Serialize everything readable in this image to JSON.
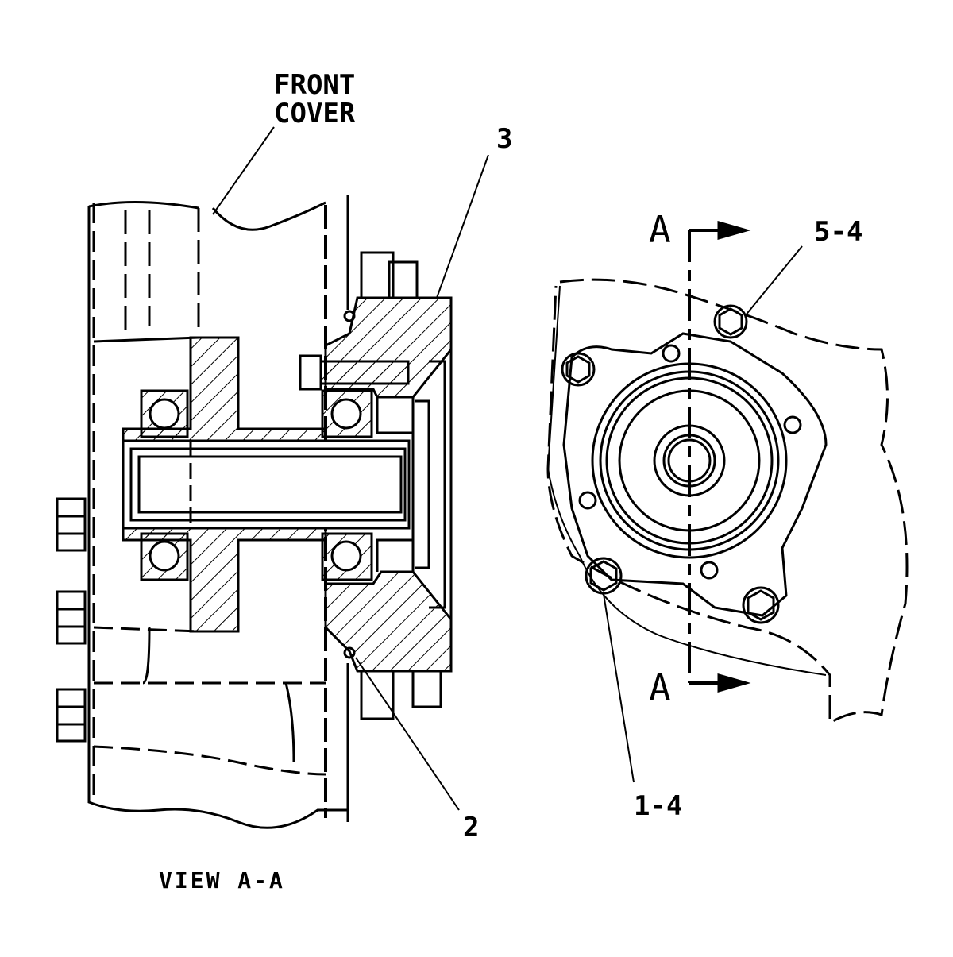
{
  "labels": {
    "front_cover_line1": "FRONT",
    "front_cover_line2": "COVER",
    "callout_3": "3",
    "callout_2": "2",
    "callout_5_4": "5-4",
    "callout_1_4": "1-4",
    "section_top": "A",
    "section_bottom": "A",
    "view_caption": "VIEW A-A"
  },
  "colors": {
    "ink": "#000000",
    "paper": "#ffffff"
  }
}
